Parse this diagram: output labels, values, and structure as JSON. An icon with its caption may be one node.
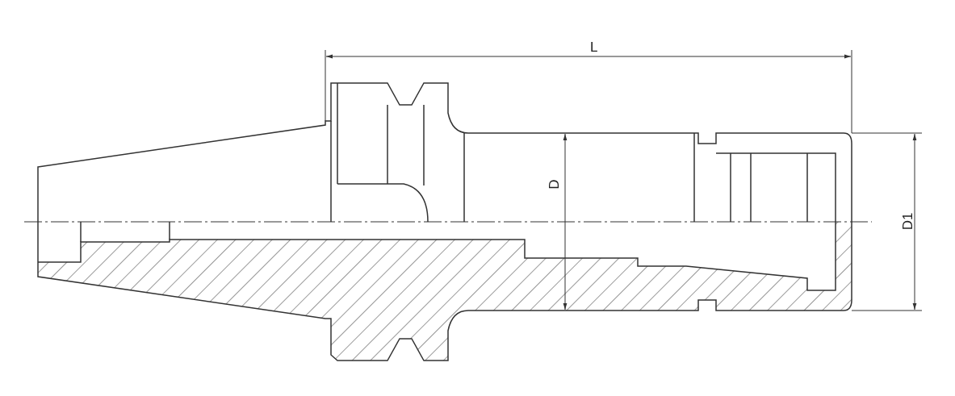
{
  "diagram": {
    "labels": [
      "L",
      "D",
      "D1"
    ]
  }
}
